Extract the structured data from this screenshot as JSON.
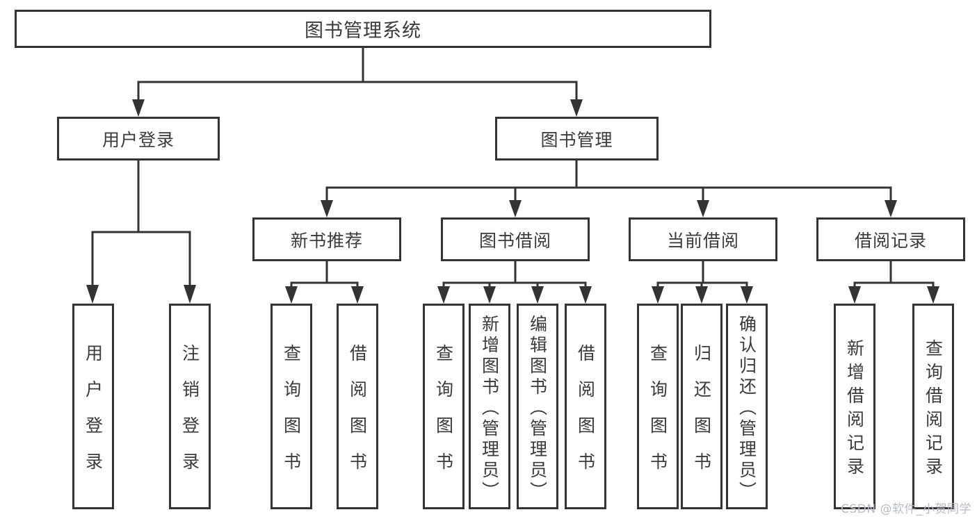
{
  "diagram": {
    "root": {
      "label": "图书管理系统"
    },
    "level2": [
      {
        "label": "用户登录"
      },
      {
        "label": "图书管理"
      }
    ],
    "level3": [
      {
        "label": "新书推荐"
      },
      {
        "label": "图书借阅"
      },
      {
        "label": "当前借阅"
      },
      {
        "label": "借阅记录"
      }
    ],
    "leaves": [
      {
        "label": "用户登录",
        "parent": "用户登录"
      },
      {
        "label": "注销登录",
        "parent": "用户登录"
      },
      {
        "label": "查询图书",
        "parent": "新书推荐"
      },
      {
        "label": "借阅图书",
        "parent": "新书推荐"
      },
      {
        "label": "查询图书",
        "parent": "图书借阅"
      },
      {
        "label": "新增图书（管理员）",
        "parent": "图书借阅"
      },
      {
        "label": "编辑图书（管理员）",
        "parent": "图书借阅"
      },
      {
        "label": "借阅图书",
        "parent": "图书借阅"
      },
      {
        "label": "查询图书",
        "parent": "当前借阅"
      },
      {
        "label": "归还图书",
        "parent": "当前借阅"
      },
      {
        "label": "确认归还（管理员）",
        "parent": "当前借阅"
      },
      {
        "label": "新增借阅记录",
        "parent": "借阅记录"
      },
      {
        "label": "查询借阅记录",
        "parent": "借阅记录"
      }
    ]
  },
  "watermark": {
    "text": "CSDN @软件_小贺同学"
  },
  "colors": {
    "line": "#333333",
    "text": "#3a3a3a",
    "background": "#ffffff",
    "watermark": "#b6bcc6"
  }
}
